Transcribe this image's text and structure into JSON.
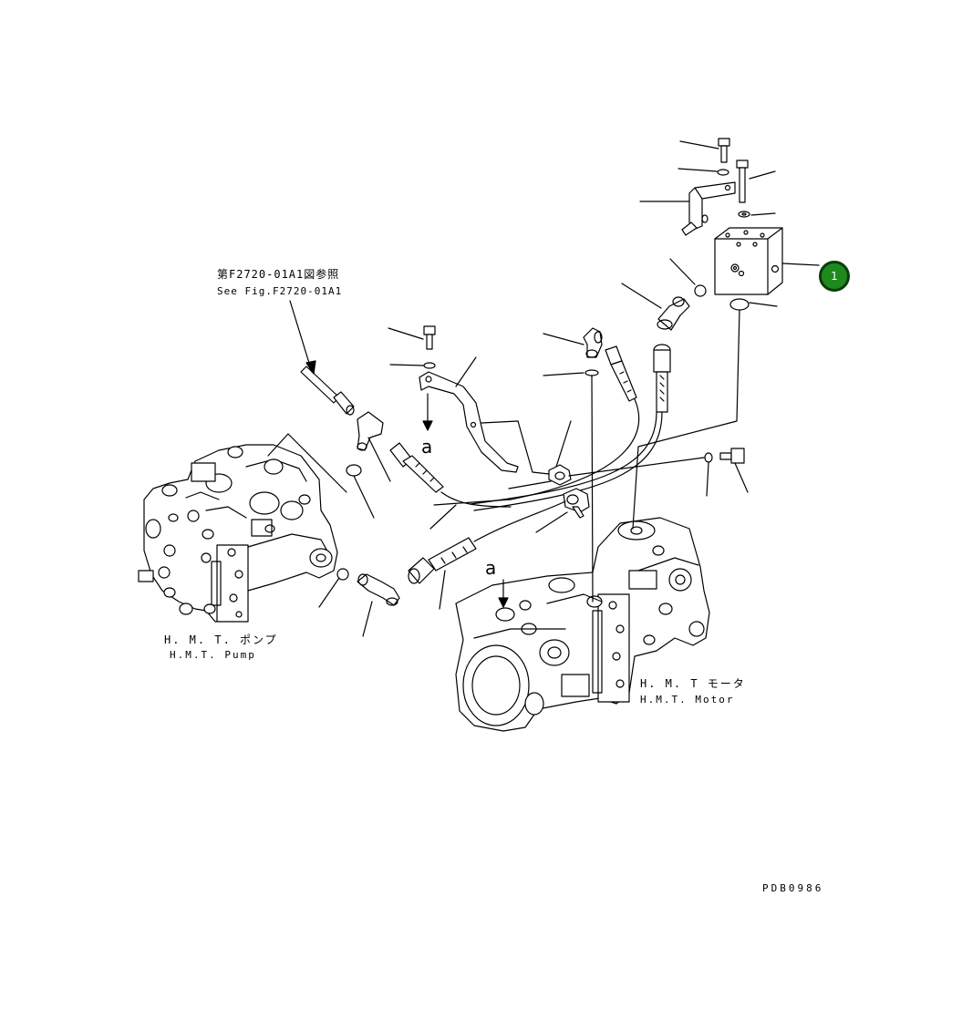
{
  "labels": {
    "reference_jp": "第F2720-01A1図参照",
    "reference_en": "See Fig.F2720-01A1",
    "pump_jp": "H. M. T. ポンプ",
    "pump_en": "H.M.T. Pump",
    "motor_jp": "H. M. T モータ",
    "motor_en": "H.M.T. Motor",
    "view_marker_1": "a",
    "view_marker_2": "a",
    "drawing_code": "PDB0986"
  },
  "callout": {
    "number": "1",
    "color": "#1e8a1e"
  },
  "icons": [
    "arrow-down-icon"
  ]
}
